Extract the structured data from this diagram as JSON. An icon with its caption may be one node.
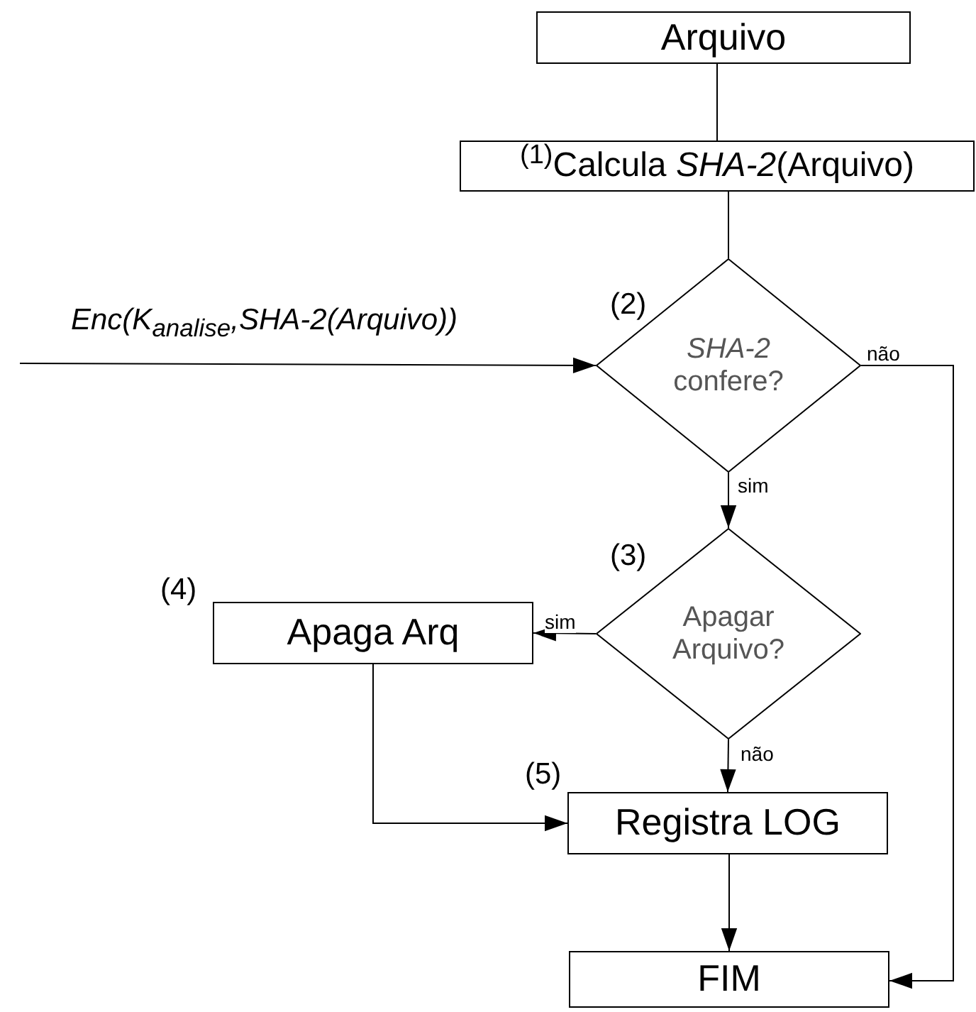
{
  "diagram": {
    "nodes": [
      {
        "text": [
          "Arquivo"
        ]
      },
      {
        "text": [
          "(1)",
          "Calcula *SHA-2*(Arquivo)"
        ]
      },
      {
        "text": [
          "*SHA-2* confere?"
        ],
        "beside": [
          "(2)"
        ]
      },
      {
        "text": [
          "Apagar Arquivo?"
        ],
        "beside": [
          "(3)"
        ]
      },
      {
        "text": [
          "Apaga Arq"
        ],
        "beside": [
          "(4)"
        ]
      },
      {
        "text": [
          "Registra LOG"
        ],
        "beside": [
          "(5)"
        ]
      },
      {
        "text": [
          "FIM"
        ]
      }
    ],
    "edges": [
      {
        "from": 0,
        "to": 1,
        "arrow": "none"
      },
      {
        "from": 1,
        "to": 2,
        "arrow": "none"
      },
      {
        "from": null,
        "to": 2,
        "arrow": "to",
        "label": "Enc(K$_{analise}$,SHA-2(Arquivo))"
      },
      {
        "from": 2,
        "to": 6,
        "arrow": "to",
        "label": "não"
      },
      {
        "from": 2,
        "to": 3,
        "arrow": "to",
        "label": "sim"
      },
      {
        "from": 3,
        "to": 4,
        "arrow": "to",
        "label": "sim"
      },
      {
        "from": 3,
        "to": 5,
        "arrow": "to",
        "label": "não"
      },
      {
        "from": 4,
        "to": 5,
        "arrow": "to"
      },
      {
        "from": 5,
        "to": 6,
        "arrow": "to"
      }
    ]
  }
}
